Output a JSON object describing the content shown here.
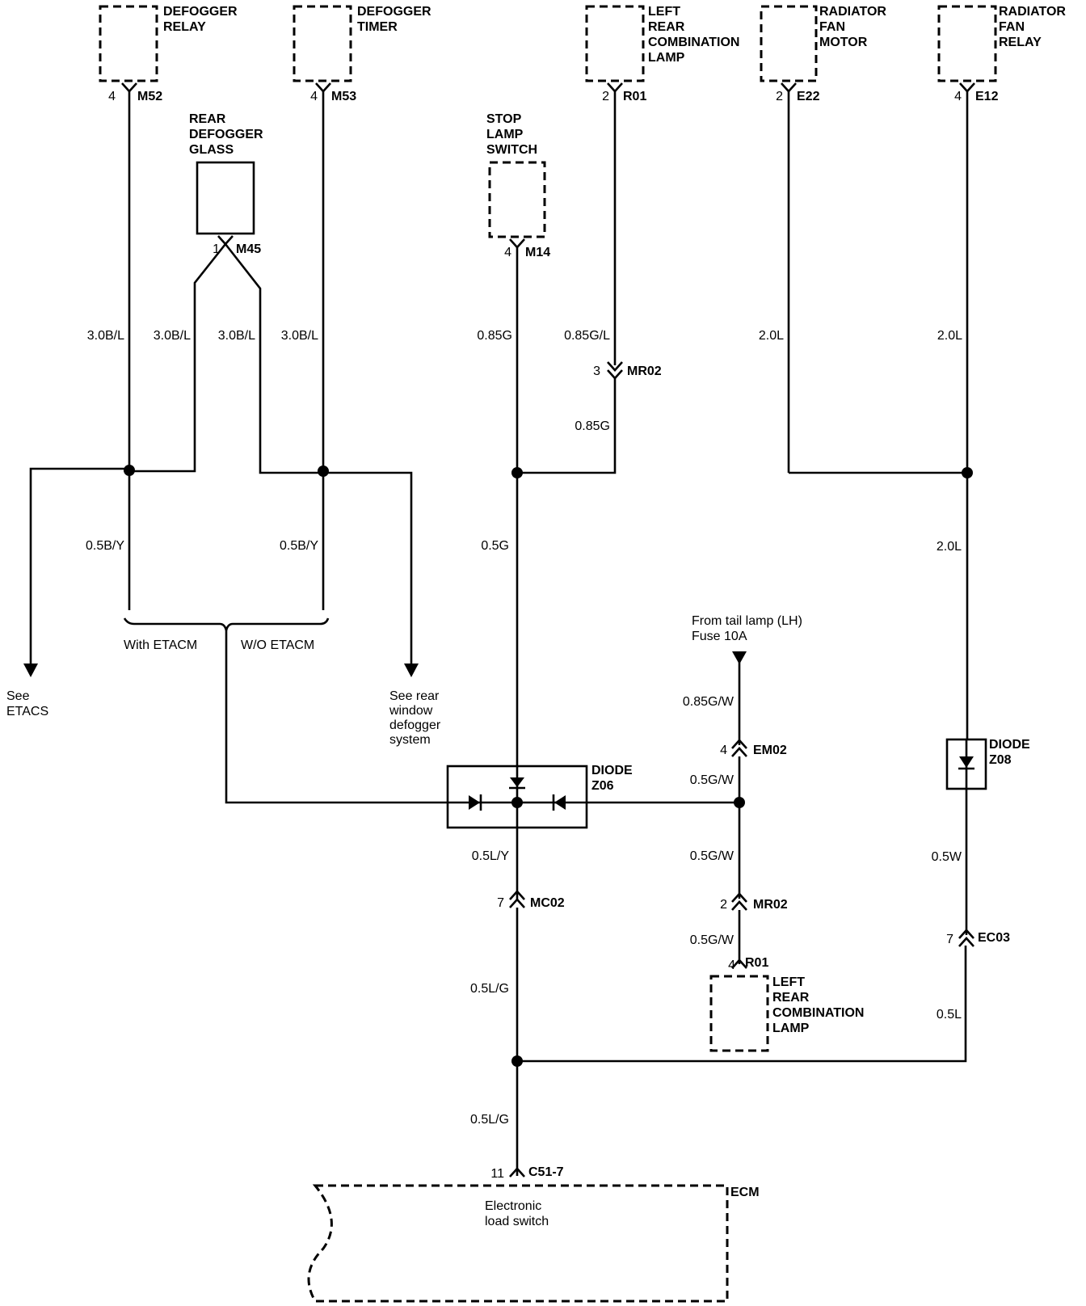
{
  "components": {
    "defogger_relay": [
      "DEFOGGER",
      "RELAY"
    ],
    "defogger_timer": [
      "DEFOGGER",
      "TIMER"
    ],
    "left_rear_comb_lamp_top": [
      "LEFT",
      "REAR",
      "COMBINATION",
      "LAMP"
    ],
    "radiator_fan_motor": [
      "RADIATOR",
      "FAN",
      "MOTOR"
    ],
    "radiator_fan_relay": [
      "RADIATOR",
      "FAN",
      "RELAY"
    ],
    "rear_defogger_glass": [
      "REAR",
      "DEFOGGER",
      "GLASS"
    ],
    "stop_lamp_switch": [
      "STOP",
      "LAMP",
      "SWITCH"
    ],
    "left_rear_comb_lamp_bottom": [
      "LEFT",
      "REAR",
      "COMBINATION",
      "LAMP"
    ],
    "diode_z06": [
      "DIODE",
      "Z06"
    ],
    "diode_z08": [
      "DIODE",
      "Z08"
    ],
    "ecm": "ECM",
    "electronic_load_switch": [
      "Electronic",
      "load switch"
    ]
  },
  "connectors": {
    "m52": {
      "pin": "4",
      "name": "M52"
    },
    "m53": {
      "pin": "4",
      "name": "M53"
    },
    "r01_top": {
      "pin": "2",
      "name": "R01"
    },
    "e22": {
      "pin": "2",
      "name": "E22"
    },
    "e12": {
      "pin": "4",
      "name": "E12"
    },
    "m45": {
      "pin": "1",
      "name": "M45"
    },
    "m14": {
      "pin": "4",
      "name": "M14"
    },
    "mr02_top": {
      "pin": "3",
      "name": "MR02"
    },
    "em02": {
      "pin": "4",
      "name": "EM02"
    },
    "mc02": {
      "pin": "7",
      "name": "MC02"
    },
    "mr02_bottom": {
      "pin": "2",
      "name": "MR02"
    },
    "r01_bottom": {
      "pin": "4",
      "name": "R01"
    },
    "ec03": {
      "pin": "7",
      "name": "EC03"
    },
    "c51_7": {
      "pin": "11",
      "name": "C51-7"
    }
  },
  "wires": {
    "w_m52": "3.0B/L",
    "w_m45_left": "3.0B/L",
    "w_m45_right": "3.0B/L",
    "w_m53": "3.0B/L",
    "w_m14": "0.85G",
    "w_r01_upper": "0.85G/L",
    "w_mr02_lower": "0.85G",
    "w_e22": "2.0L",
    "w_e12": "2.0L",
    "w_by_left": "0.5B/Y",
    "w_by_right": "0.5B/Y",
    "w_g": "0.5G",
    "w_l_right": "2.0L",
    "w_tail": "0.85G/W",
    "w_gw1": "0.5G/W",
    "w_gw2": "0.5G/W",
    "w_gw3": "0.5G/W",
    "w_ly": "0.5L/Y",
    "w_lg1": "0.5L/G",
    "w_lg2": "0.5L/G",
    "w_w": "0.5W",
    "w_l": "0.5L"
  },
  "notes": {
    "with_etacm": "With ETACM",
    "wo_etacm": "W/O ETACM",
    "see_etacs": [
      "See",
      "ETACS"
    ],
    "see_rear_window": [
      "See rear",
      "window",
      "defogger",
      "system"
    ],
    "from_tail_lamp": [
      "From tail lamp (LH)",
      "Fuse 10A"
    ]
  }
}
